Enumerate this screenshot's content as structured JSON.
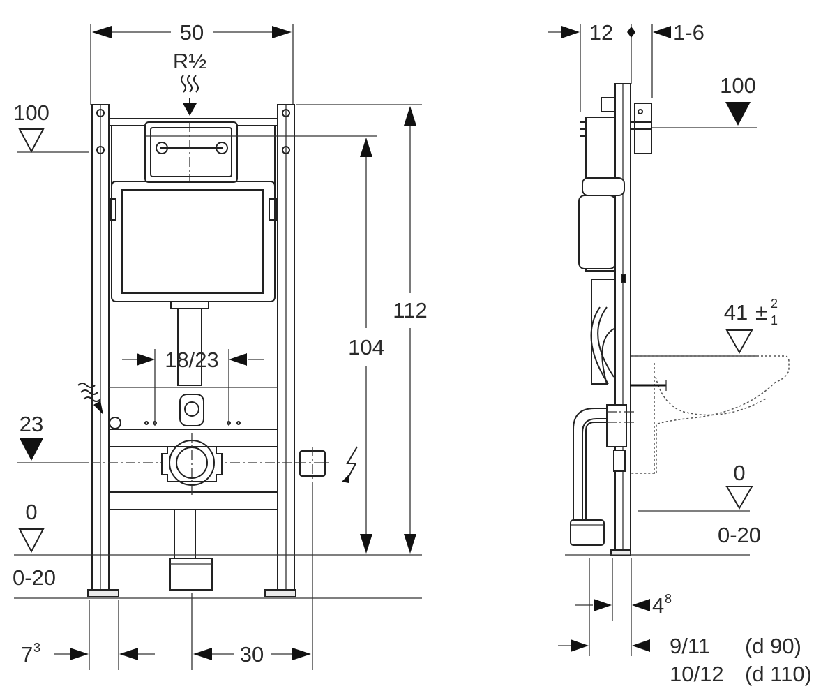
{
  "front_view": {
    "width": "50",
    "connection": "R½",
    "level_100": "100",
    "level_23": "23",
    "level_0": "0",
    "floor_range": "0-20",
    "dim_104": "104",
    "dim_112": "112",
    "dim_18_23": "18/23",
    "dim_7": "7",
    "dim_7_sup": "3",
    "dim_30": "30"
  },
  "side_view": {
    "dim_12": "12",
    "dim_1_6": "1-6",
    "level_100": "100",
    "level_41": "41",
    "level_41_pm": "±",
    "level_41_sup": "2",
    "level_41_sub": "1",
    "level_0": "0",
    "floor_range": "0-20",
    "dim_4": "4",
    "dim_4_sup": "8",
    "dim_9_11": "9/11",
    "d90": "(d 90)",
    "dim_10_12": "10/12",
    "d110": "(d 110)"
  }
}
